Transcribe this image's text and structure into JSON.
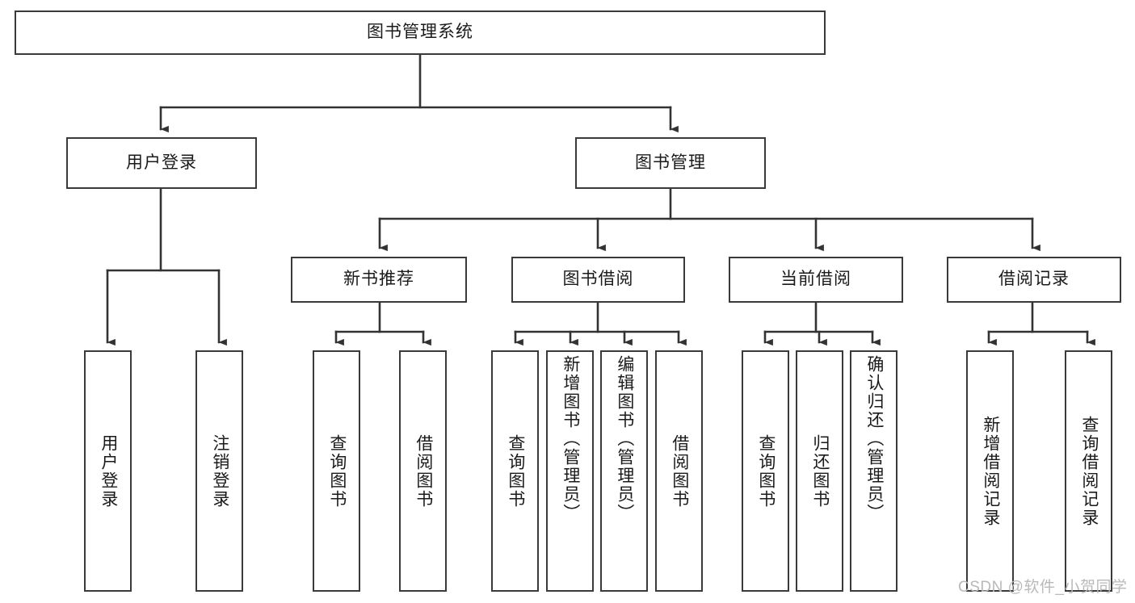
{
  "diagram": {
    "title": "图书管理系统",
    "type": "hierarchy-tree",
    "watermark": "CSDN @软件_小贺同学",
    "root": {
      "label": "图书管理系统"
    },
    "level2": [
      {
        "label": "用户登录"
      },
      {
        "label": "图书管理"
      }
    ],
    "level3": [
      {
        "label": "新书推荐"
      },
      {
        "label": "图书借阅"
      },
      {
        "label": "当前借阅"
      },
      {
        "label": "借阅记录"
      }
    ],
    "leaves": {
      "user_login": [
        {
          "label": "用户登录"
        },
        {
          "label": "注销登录"
        }
      ],
      "new_book_rec": [
        {
          "label": "查询图书"
        },
        {
          "label": "借阅图书"
        }
      ],
      "book_borrow": [
        {
          "label": "查询图书"
        },
        {
          "label": "新增图书（管理员）"
        },
        {
          "label": "编辑图书（管理员）"
        },
        {
          "label": "借阅图书"
        }
      ],
      "current_borrow": [
        {
          "label": "查询图书"
        },
        {
          "label": "归还图书"
        },
        {
          "label": "确认归还（管理员）"
        }
      ],
      "borrow_record": [
        {
          "label": "新增借阅记录"
        },
        {
          "label": "查询借阅记录"
        }
      ]
    },
    "colors": {
      "stroke": "#3a3a3a",
      "background": "#ffffff",
      "text": "#1a1a1a",
      "watermark": "#b9b9b9"
    }
  }
}
